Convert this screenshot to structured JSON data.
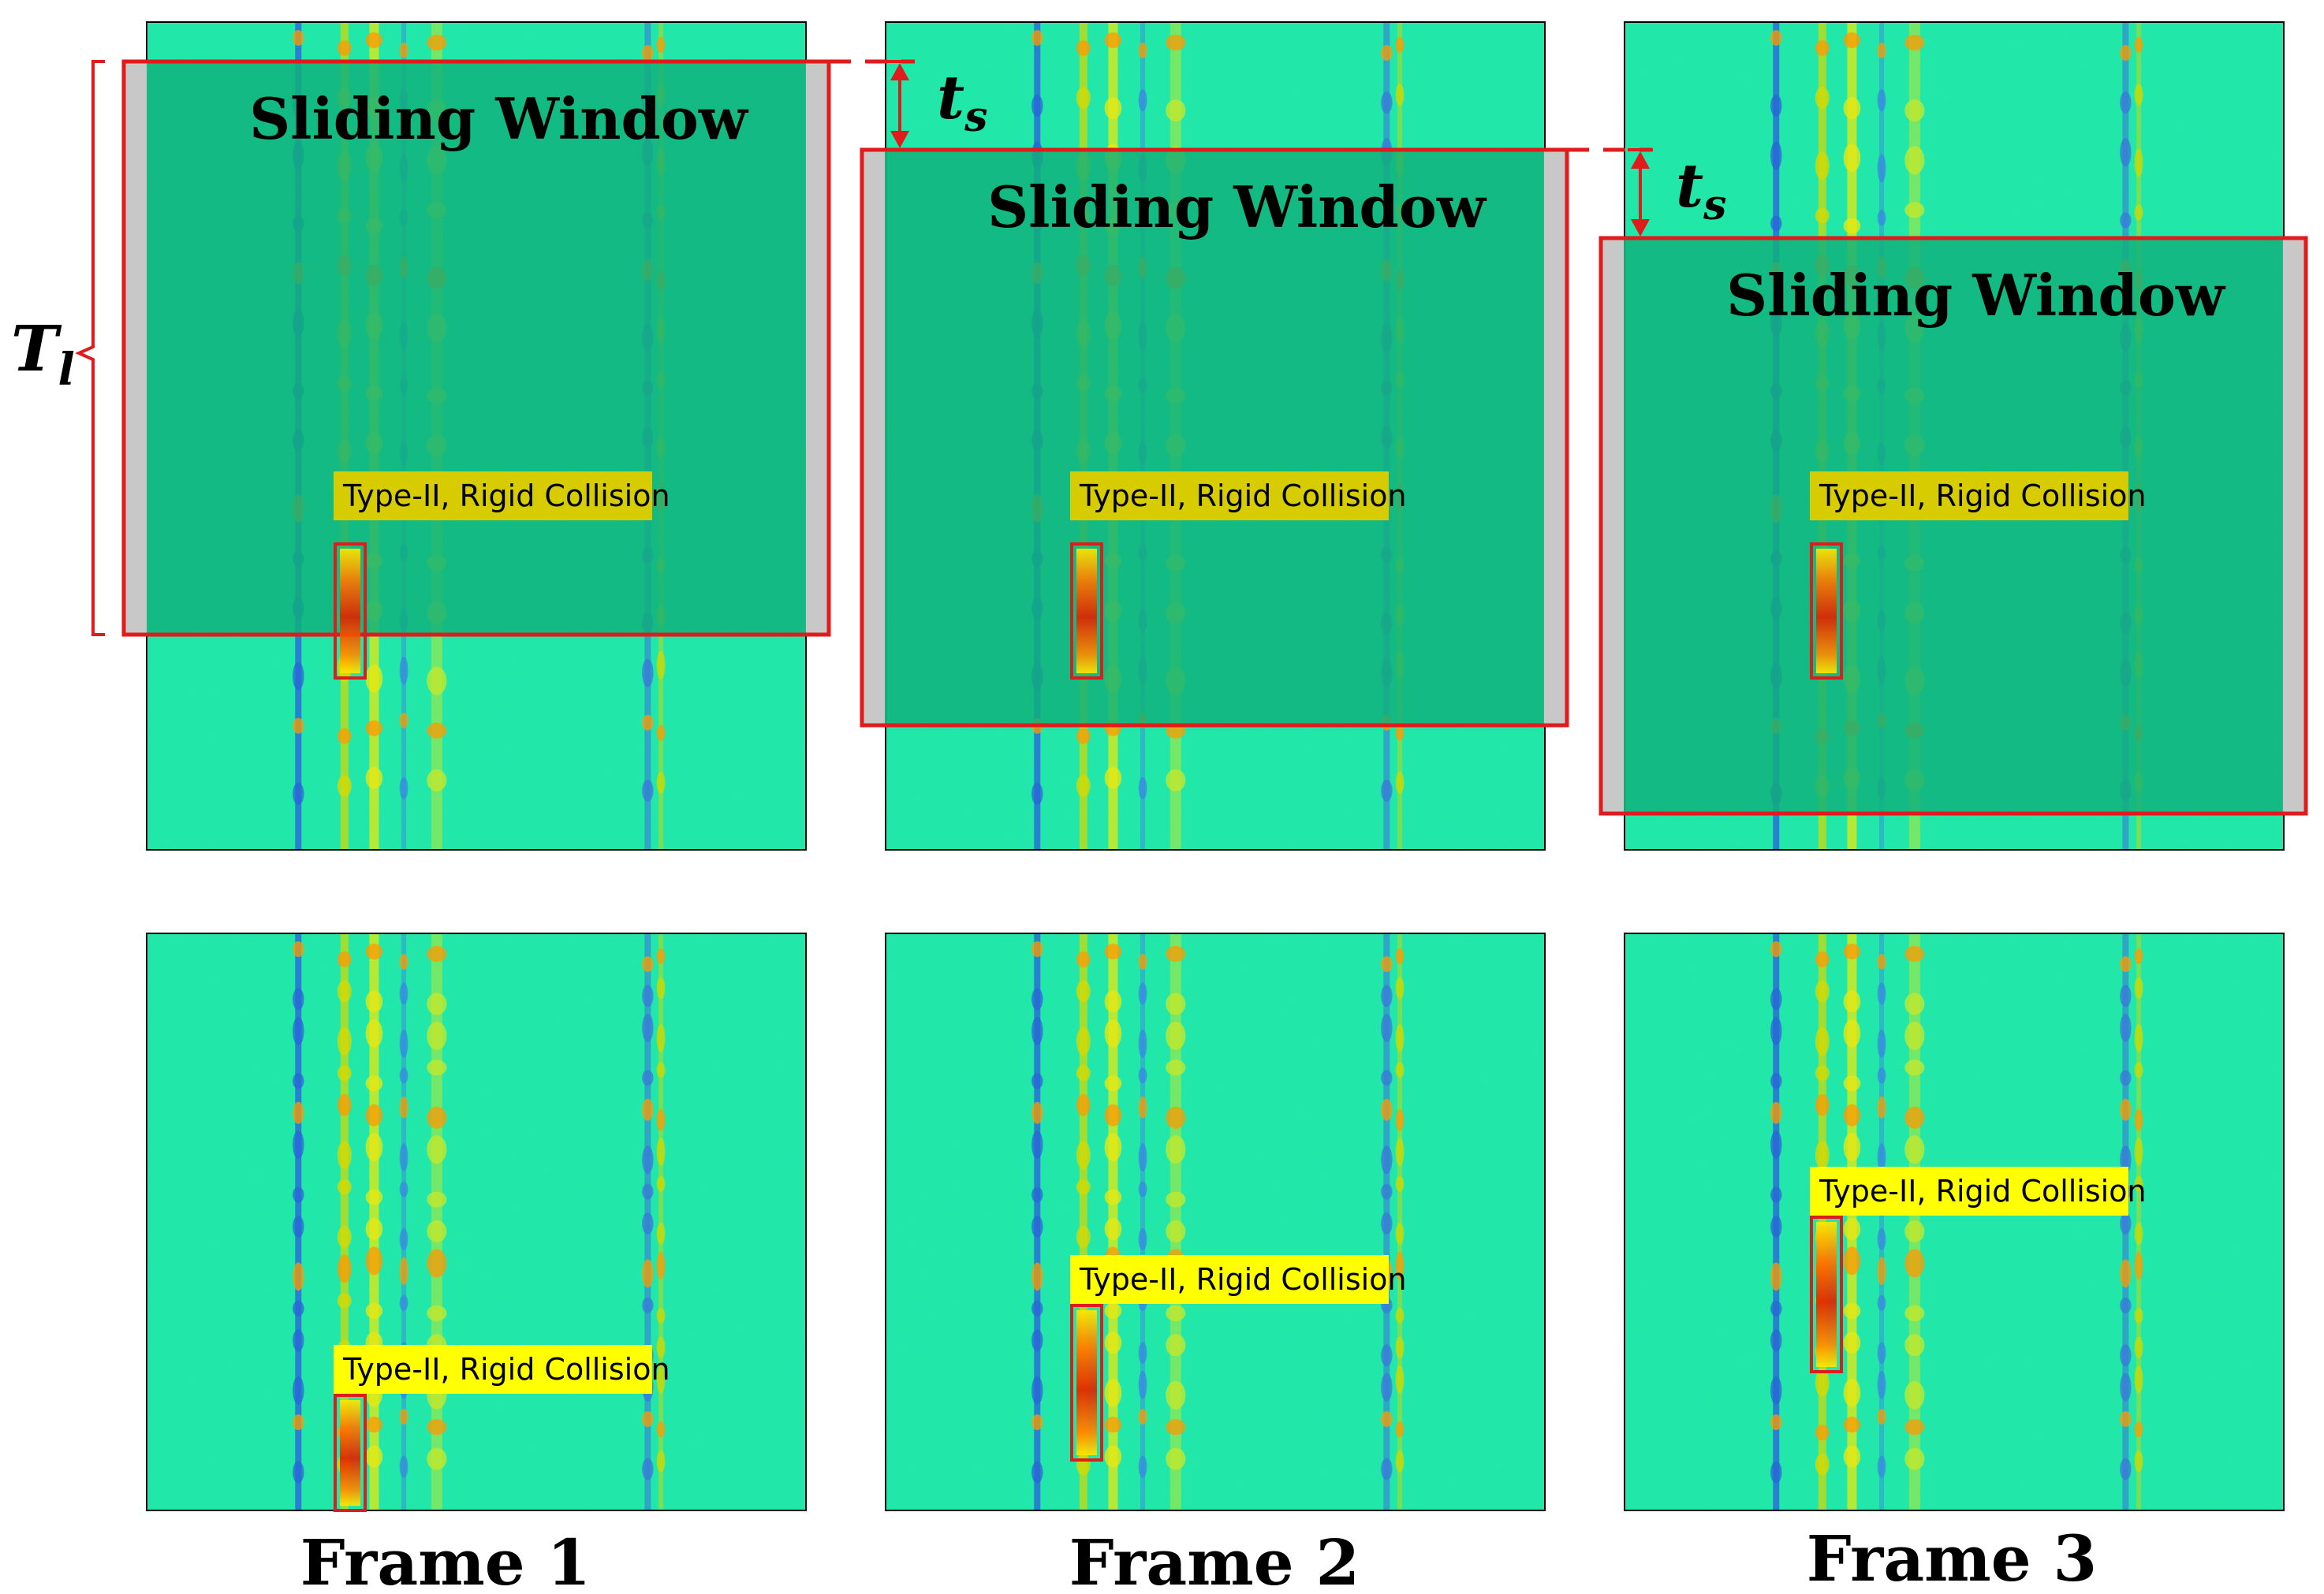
{
  "diagram": {
    "window_label": "Sliding Window",
    "detection_label": "Type-II, Rigid Collision",
    "stride_symbol": {
      "base": "t",
      "sub": "s"
    },
    "length_symbol": {
      "base": "T",
      "sub": "l"
    },
    "frames": [
      {
        "label": "Frame 1"
      },
      {
        "label": "Frame 2"
      },
      {
        "label": "Frame 3"
      }
    ]
  },
  "colors": {
    "spectrogram_bg": "#1ee8a0",
    "window_overlay": "#10b07a",
    "window_border": "#e01b1b",
    "annotation_red": "#e01b1b",
    "label_yellow_dark": "#d6cc00",
    "label_yellow": "#ffff00",
    "side_gray": "#c8c8c8"
  }
}
